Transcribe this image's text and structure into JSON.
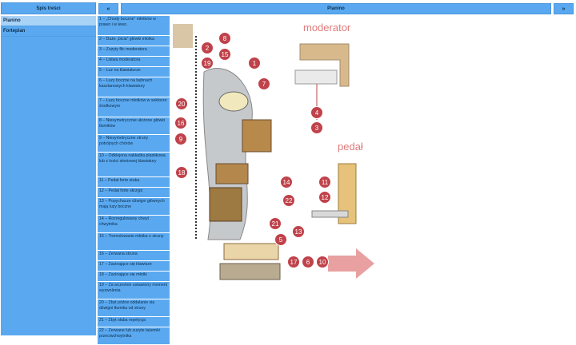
{
  "sidebar": {
    "header": "Spis treści",
    "items": [
      {
        "label": "Pianino",
        "active": true
      },
      {
        "label": "Fortepian",
        "active": false
      }
    ]
  },
  "topbar": {
    "prev_label": "«",
    "title": "Pianino",
    "next_label": "»"
  },
  "defects": [
    "1 – „Chody boczne” młotków w prawo i w lewo.",
    "2 – Duże „bicia” główki młotka",
    "3 – Zużyty filc moderatora",
    "4 – Listwa moderatora",
    "5 – Luz na klawiaturze",
    "6 – Luzy boczne na bębnach kasztanowych klawiatury",
    "7 – Luzy boczne młotków w sektorze środkowym",
    "8 – Niesymetrycznie ułożone główki tłumików",
    "9 – Niesymetryczne struny potrójnych chórów",
    "10 – Odklejona nakładka plastikowa lub z kości słoniowej klawiatury",
    "11 – Pedał forte stuka",
    "12 – Pedał forte skrzypi",
    "13 – Popychacze dźwigni głównych mają luzy boczne",
    "14 – Rozregulowany chwyt chwytnika",
    "15 – Tremolowanie młotka o struny",
    "16 – Zerwana struna",
    "17 – Zacinające się klawisze",
    "18 – Zacinające się młotki",
    "19 – Za wcześnie ustawiony moment wyzwolenia",
    "20 – Zbyt późne oddalanie się dźwigni tłumika od struny",
    "21 – Zbyt słaba repetycja",
    "22 – Zerwane lub zużyte taśemki przeciwchwytnika"
  ],
  "diagram": {
    "moderator_label": "moderator",
    "pedal_label": "pedał",
    "markers": [
      "1",
      "2",
      "3",
      "4",
      "5",
      "6",
      "7",
      "8",
      "9",
      "10",
      "11",
      "12",
      "13",
      "14",
      "15",
      "16",
      "17",
      "18",
      "19",
      "20",
      "21",
      "22"
    ]
  },
  "colors": {
    "panel_blue": "#5aa9f0",
    "active_blue": "#a9d2f7",
    "marker_red": "#c0424a",
    "label_pink": "#e07b7b",
    "wood": "#d4b98a"
  }
}
